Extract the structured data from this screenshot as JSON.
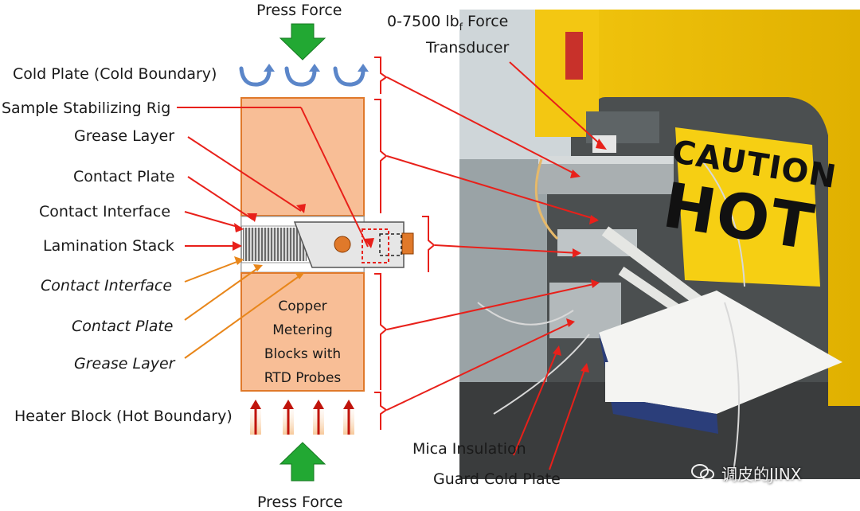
{
  "labels": {
    "press_force_top": "Press Force",
    "press_force_bottom": "Press Force",
    "force_transducer_line1": "0-7500 lb",
    "force_transducer_sub": "f",
    "force_transducer_line1_tail": " Force",
    "force_transducer_line2": "Transducer",
    "cold_plate": "Cold Plate (Cold Boundary)",
    "sample_rig": "Sample Stabilizing Rig",
    "grease_layer_top": "Grease Layer",
    "contact_plate_top": "Contact Plate",
    "contact_interface_top": "Contact Interface",
    "lamination_stack": "Lamination Stack",
    "contact_interface_bottom": "Contact Interface",
    "contact_plate_bottom": "Contact Plate",
    "grease_layer_bottom": "Grease Layer",
    "heater_block": "Heater Block (Hot Boundary)",
    "mica_insulation": "Mica Insulation",
    "guard_cold_plate": "Guard Cold Plate"
  },
  "block_text": [
    "Copper",
    "Metering",
    "Blocks with",
    "RTD Probes"
  ],
  "sign": {
    "line1": "CAUTION",
    "line2": "HOT"
  },
  "watermark": "调皮的JINX",
  "colors": {
    "copper_fill": "#f8be96",
    "copper_border": "#e0792a",
    "arrow_green": "#22a833",
    "cold_arrow": "#5b86c9",
    "heat_arrow": "#c0140c",
    "red_leader": "#e8201a",
    "orange_leader": "#e8861a"
  }
}
